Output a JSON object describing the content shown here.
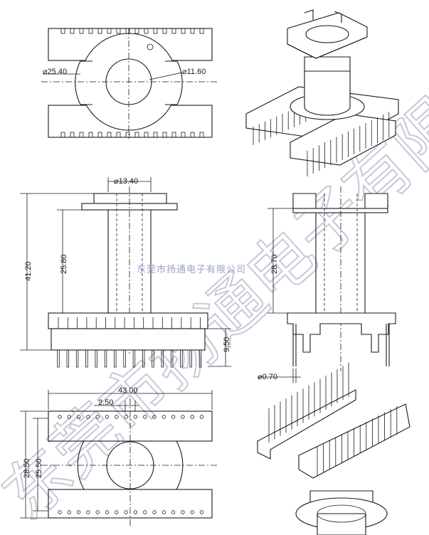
{
  "dimensions": {
    "top_outer_dia": "⌀25.40",
    "top_inner_dia": "⌀11.60",
    "front_core_dia": "⌀13.40",
    "front_total_height": "41.20",
    "front_winding_height": "25.80",
    "front_pin_length": "9.50",
    "side_winding_height": "28.70",
    "side_pin_dia": "⌀0.70",
    "bottom_total_width": "43.00",
    "bottom_pin_pitch": "2.50",
    "bottom_outer_height": "28.50",
    "bottom_inner_height": "25.50"
  },
  "watermark": {
    "center_text": "东莞市扬通电子有限公司",
    "diagonal_text": "东莞市扬通电子有限公司"
  },
  "colors": {
    "line": "#1a1a1a",
    "watermark": "#9aa3c8"
  }
}
